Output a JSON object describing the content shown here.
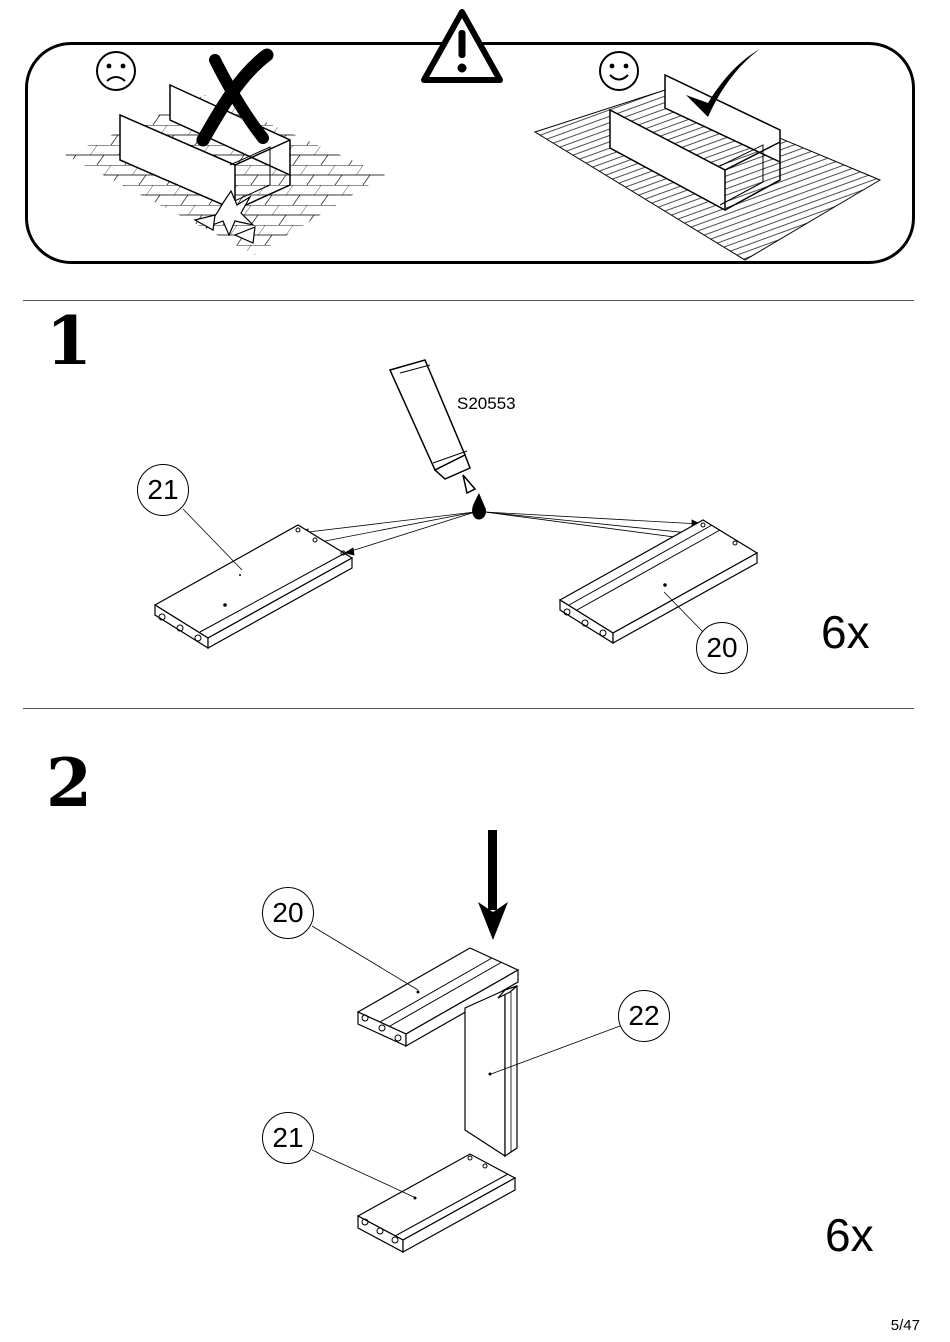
{
  "warning_panel": {
    "icons": [
      "warning-triangle-icon",
      "sad-face-icon",
      "happy-face-icon",
      "cross-mark-icon",
      "check-mark-icon"
    ]
  },
  "step1": {
    "number": "1",
    "part_code": "S20553",
    "callouts": [
      "21",
      "20"
    ],
    "quantity": "6x"
  },
  "step2": {
    "number": "2",
    "callouts": [
      "20",
      "22",
      "21"
    ],
    "quantity": "6x"
  },
  "footer": {
    "page": "5/47"
  }
}
